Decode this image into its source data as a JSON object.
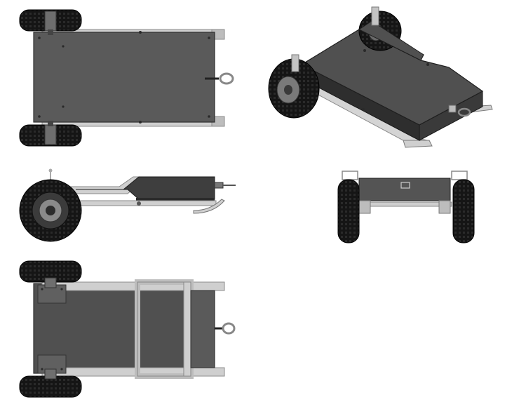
{
  "drawing": {
    "colors": {
      "background": "#ffffff",
      "panel_dark": "#4a4a4a",
      "panel_mid": "#5e5e5e",
      "panel_edge": "#2f2f2f",
      "rail": "#cfcfcf",
      "rail_edge": "#8c8c8c",
      "tire": "#151515",
      "hub": "#9a9a9a"
    },
    "views": [
      {
        "id": "top",
        "icon": "robot-cart-top-view"
      },
      {
        "id": "isometric",
        "icon": "robot-cart-isometric-view"
      },
      {
        "id": "side",
        "icon": "robot-cart-side-view"
      },
      {
        "id": "front",
        "icon": "robot-cart-front-view"
      },
      {
        "id": "bottom",
        "icon": "robot-cart-bottom-view"
      }
    ]
  }
}
